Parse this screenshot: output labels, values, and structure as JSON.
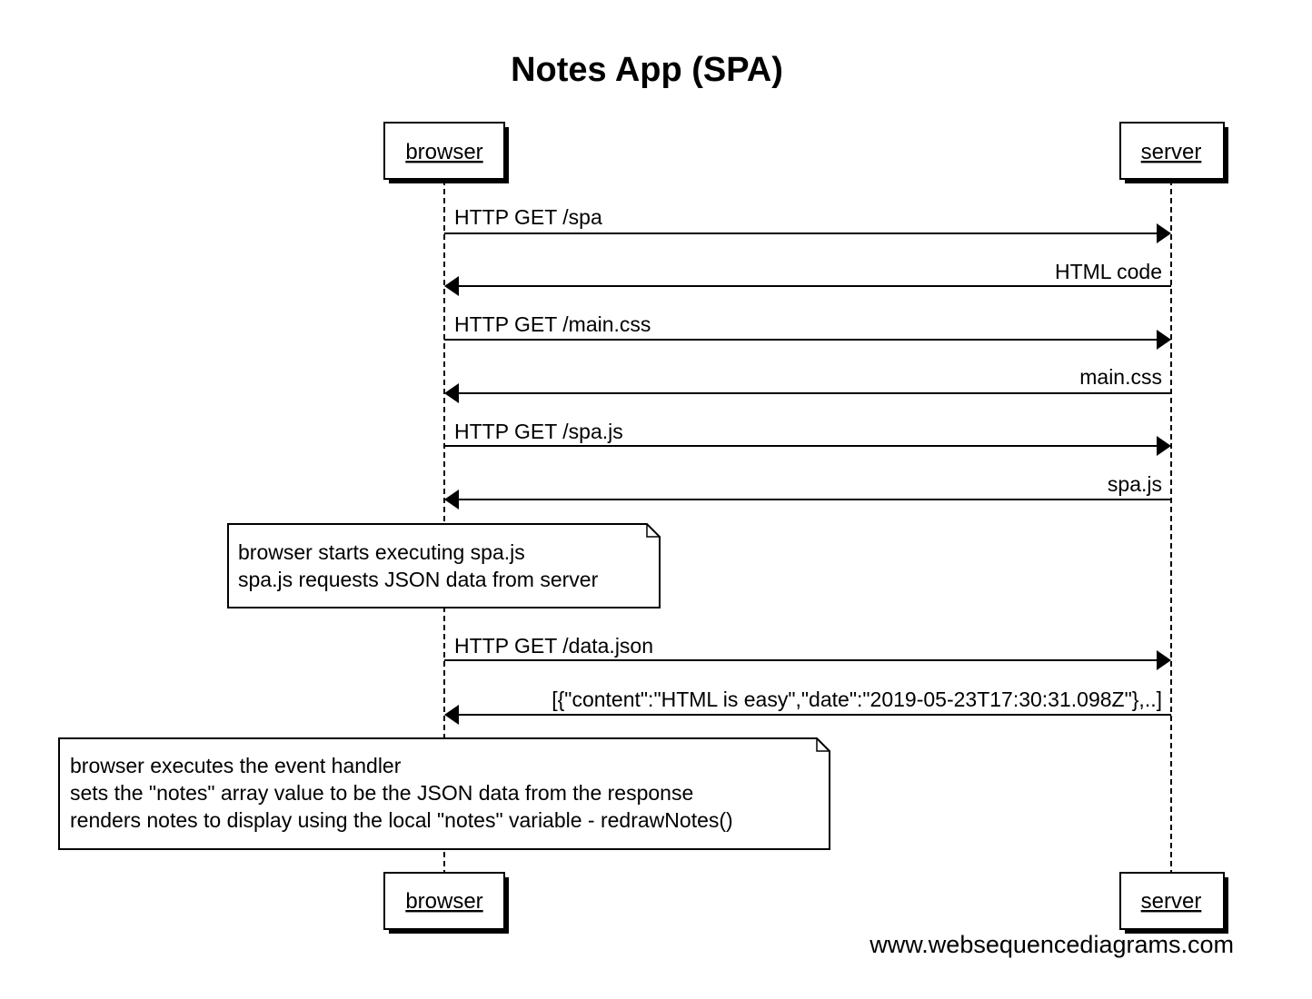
{
  "title": "Notes App (SPA)",
  "participants": [
    "browser",
    "server"
  ],
  "messages": [
    {
      "from": "browser",
      "to": "server",
      "label": "HTTP GET /spa"
    },
    {
      "from": "server",
      "to": "browser",
      "label": "HTML code"
    },
    {
      "from": "browser",
      "to": "server",
      "label": "HTTP GET /main.css"
    },
    {
      "from": "server",
      "to": "browser",
      "label": "main.css"
    },
    {
      "from": "browser",
      "to": "server",
      "label": "HTTP GET /spa.js"
    },
    {
      "from": "server",
      "to": "browser",
      "label": "spa.js"
    },
    {
      "from": "browser",
      "to": "server",
      "label": "HTTP GET /data.json"
    },
    {
      "from": "server",
      "to": "browser",
      "label": "[{\"content\":\"HTML is easy\",\"date\":\"2019-05-23T17:30:31.098Z\"},..]"
    }
  ],
  "notes": [
    {
      "lines": [
        "browser starts executing spa.js",
        "spa.js requests JSON data from server"
      ]
    },
    {
      "lines": [
        "browser executes the event handler",
        "sets the \"notes\" array value to be the JSON data from the response",
        "renders notes to display using the local \"notes\" variable - redrawNotes()"
      ]
    }
  ],
  "footer": "www.websequencediagrams.com"
}
